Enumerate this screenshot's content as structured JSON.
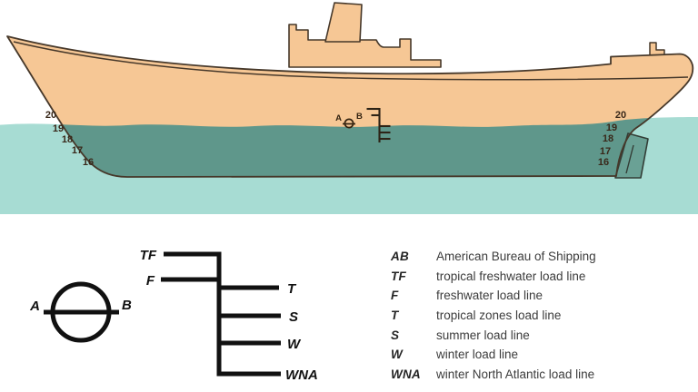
{
  "ship_scene": {
    "bow_draft_numbers": [
      "20",
      "19",
      "18",
      "17",
      "16"
    ],
    "stern_draft_numbers": [
      "20",
      "19",
      "18",
      "17",
      "16"
    ],
    "plimsoll_mark": {
      "left_letter": "A",
      "right_letter": "B"
    }
  },
  "load_line_diagram": {
    "left_letter": "A",
    "right_letter": "B",
    "branches_left": [
      "TF",
      "F"
    ],
    "branches_right": [
      "T",
      "S",
      "W",
      "WNA"
    ]
  },
  "legend": {
    "items": [
      {
        "abbr": "AB",
        "text": "American Bureau of Shipping"
      },
      {
        "abbr": "TF",
        "text": "tropical freshwater load line"
      },
      {
        "abbr": "F",
        "text": "freshwater load line"
      },
      {
        "abbr": "T",
        "text": "tropical zones load line"
      },
      {
        "abbr": "S",
        "text": "summer load line"
      },
      {
        "abbr": "W",
        "text": "winter load line"
      },
      {
        "abbr": "WNA",
        "text": "winter North Atlantic load line"
      }
    ]
  },
  "colors": {
    "hull_peach": "#f6c795",
    "hull_outline": "#46382a",
    "water_light": "#a7dcd3",
    "hull_submerged": "#5f978b",
    "rudder": "#6aa195",
    "ink_black": "#111111",
    "number_brown": "#39281a",
    "legend_gray": "#3c3c3c"
  }
}
